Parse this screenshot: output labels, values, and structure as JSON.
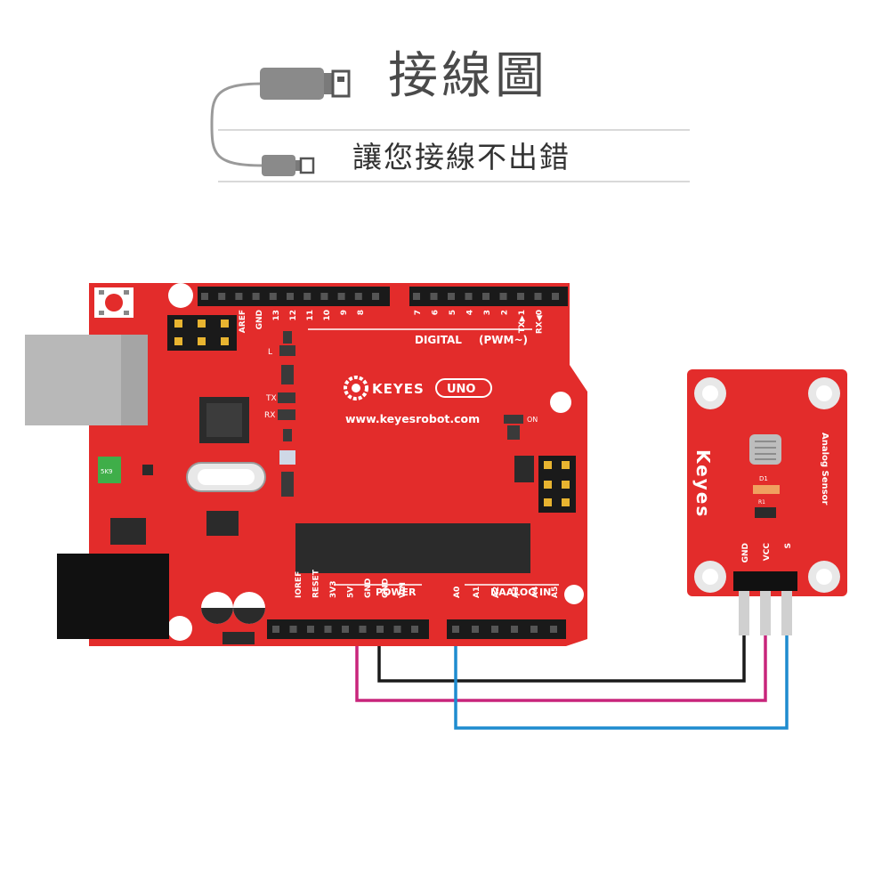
{
  "header": {
    "title": "接線圖",
    "subtitle": "讓您接線不出錯"
  },
  "board": {
    "brand": "KEYES",
    "model": "UNO",
    "website": "www.keyesrobot.com",
    "digital_label": "DIGITAL",
    "pwm_label": "(PWM~)",
    "power_label": "POWER",
    "analog_label": "NAALOG IN",
    "led_l": "L",
    "led_tx": "TX",
    "led_rx": "RX",
    "led_on": "ON",
    "fuse_label": "5K9",
    "digital_pins_left": [
      "AREF",
      "GND",
      "13",
      "12",
      "11",
      "10",
      "9",
      "8"
    ],
    "digital_pins_right": [
      "7",
      "6",
      "5",
      "4",
      "3",
      "2",
      "TX▶1",
      "RX◀0"
    ],
    "power_pins": [
      "IOREF",
      "RESET",
      "3V3",
      "5V",
      "GND",
      "GND",
      "VIN"
    ],
    "analog_pins": [
      "A0",
      "A1",
      "A2",
      "A3",
      "A4",
      "A5"
    ]
  },
  "sensor": {
    "brand": "Keyes",
    "name": "Analog Sensor",
    "d1": "D1",
    "r1": "R1",
    "pins": [
      "GND",
      "VCC",
      "S"
    ]
  },
  "colors": {
    "board_red": "#e32c2b",
    "wire_gnd": "#1a1a1a",
    "wire_vcc": "#c8257b",
    "wire_signal": "#1e8ccf",
    "header_gray": "#8a8a8a"
  }
}
